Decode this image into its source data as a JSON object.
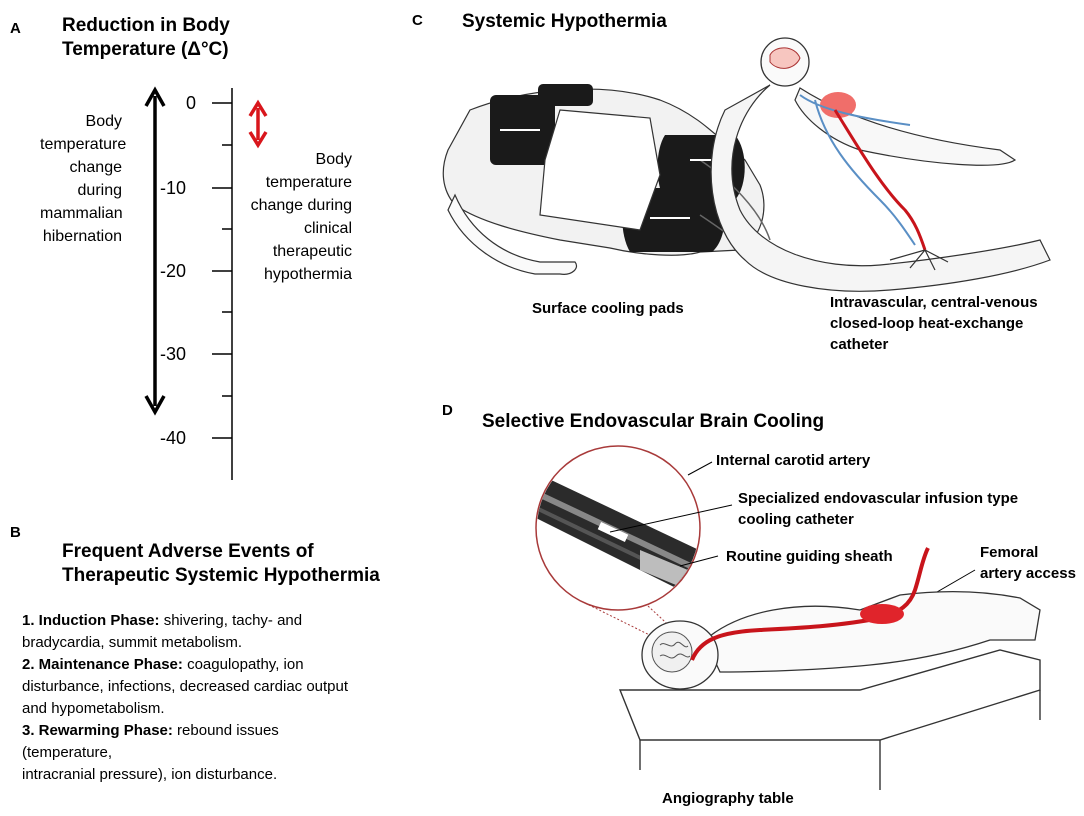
{
  "panel_a": {
    "letter": "A",
    "title_line1": "Reduction in Body",
    "title_line2": "Temperature (Δ°C)",
    "ticks": [
      "0",
      "-10",
      "-20",
      "-30",
      "-40"
    ],
    "hibernation_label": [
      "Body",
      "temperature",
      "change during",
      "mammalian",
      "hibernation"
    ],
    "hypothermia_label": [
      "Body",
      "temperature",
      "change during",
      "clinical",
      "therapeutic",
      "hypothermia"
    ],
    "colors": {
      "hibernation_arrow": "#000000",
      "hypothermia_arrow": "#d9161c"
    }
  },
  "panel_b": {
    "letter": "B",
    "title_line1": "Frequent Adverse Events of",
    "title_line2": "Therapeutic Systemic Hypothermia",
    "items": [
      {
        "name": "1. Induction Phase:",
        "text_line1": " shivering, tachy- and",
        "text_line2": "bradycardia, summit metabolism."
      },
      {
        "name": "2. Maintenance Phase:",
        "text_line1": " coagulopathy, ion",
        "text_line2": "disturbance, infections, decreased cardiac output",
        "text_line3": "and hypometabolism."
      },
      {
        "name": "3. Rewarming Phase:",
        "text_line1": " rebound issues (temperature,",
        "text_line2": "intracranial pressure), ion disturbance."
      }
    ]
  },
  "panel_c": {
    "letter": "C",
    "title": "Systemic Hypothermia",
    "surface_label": "Surface cooling  pads",
    "catheter_label": [
      "Intravascular, central-venous",
      "closed-loop heat-exchange",
      "catheter"
    ]
  },
  "panel_d": {
    "letter": "D",
    "title": "Selective Endovascular Brain Cooling",
    "labels": {
      "carotid": "Internal carotid artery",
      "cooling_catheter": [
        "Specialized endovascular infusion type",
        "cooling catheter"
      ],
      "sheath": "Routine guiding sheath",
      "femoral": [
        "Femoral",
        "artery access"
      ],
      "table": "Angiography table"
    },
    "colors": {
      "catheter": "#c8141b",
      "inset_circle": "#a83a3a"
    }
  }
}
